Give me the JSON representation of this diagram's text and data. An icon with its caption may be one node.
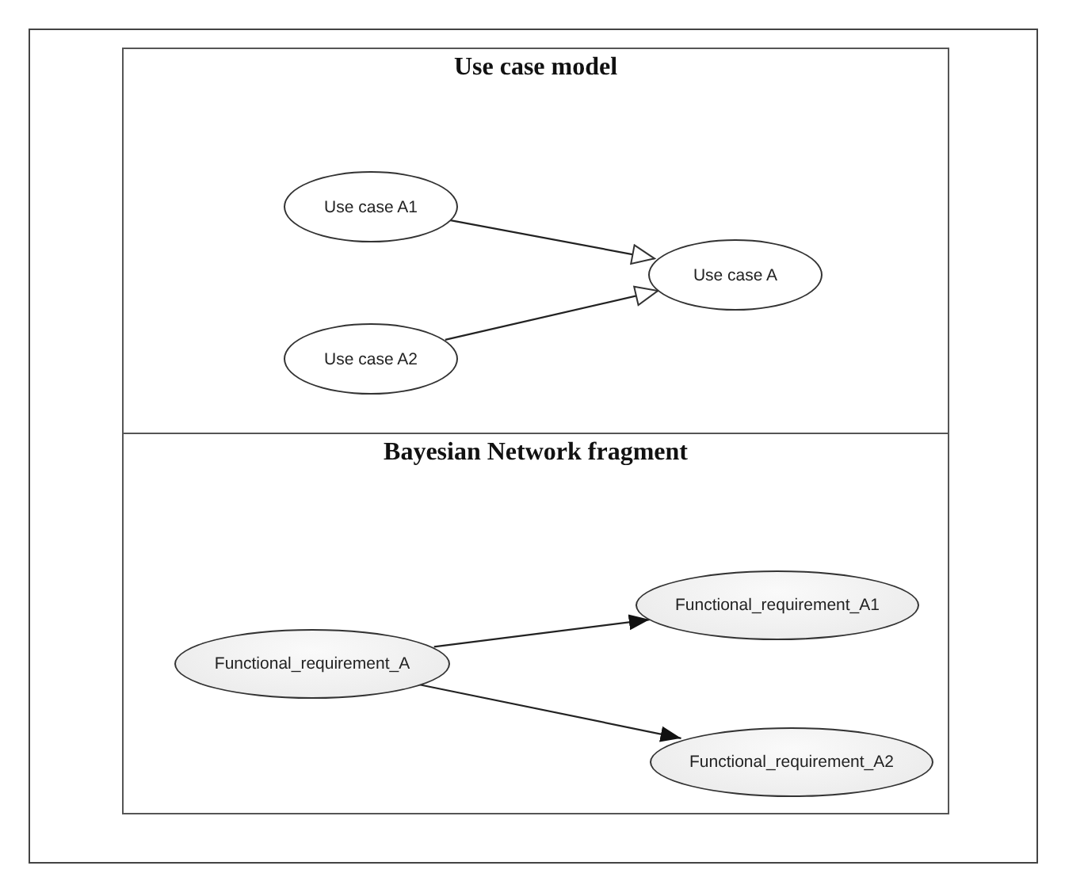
{
  "diagram": {
    "nodes": [
      {
        "text": [
          "Use case model"
        ]
      },
      {
        "text": [
          "Use case A1"
        ],
        "in": 0
      },
      {
        "text": [
          "Use case A2"
        ],
        "in": 0
      },
      {
        "text": [
          "Use case A"
        ],
        "in": 0
      },
      {
        "text": [
          "Bayesian Network fragment"
        ]
      },
      {
        "text": [
          "Functional_requirement_A"
        ],
        "in": 4
      },
      {
        "text": [
          "Functional_requirement_A1"
        ],
        "in": 4
      },
      {
        "text": [
          "Functional_requirement_A2"
        ],
        "in": 4
      }
    ],
    "edges": [
      {
        "from": 1,
        "to": 3,
        "arrow": "to"
      },
      {
        "from": 2,
        "to": 3,
        "arrow": "to"
      },
      {
        "from": 5,
        "to": 6,
        "arrow": "to"
      },
      {
        "from": 5,
        "to": 7,
        "arrow": "to"
      }
    ]
  }
}
